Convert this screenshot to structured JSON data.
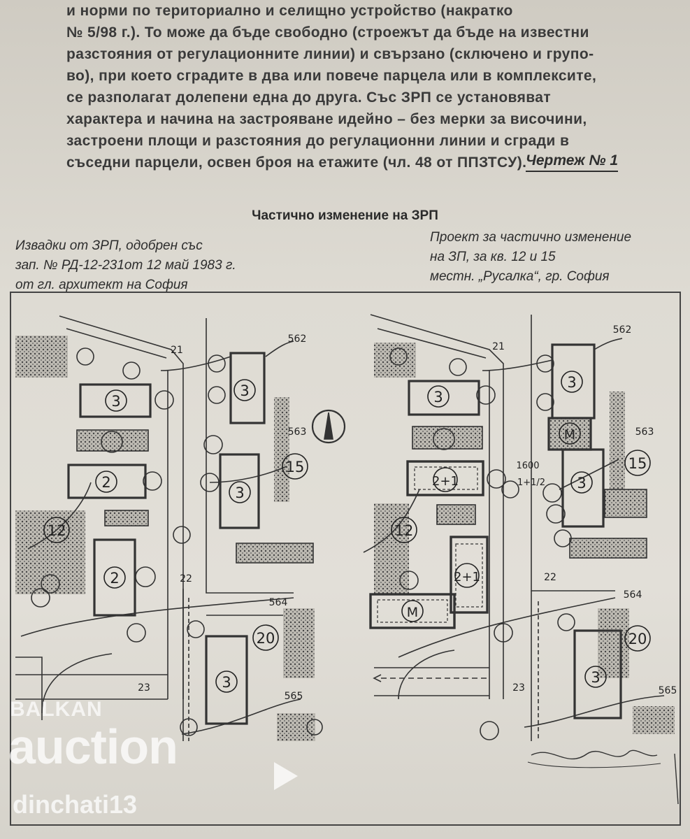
{
  "paragraph": [
    "и норми по териториално и селищно устройство (накратко",
    "№ 5/98 г.). То може да бъде свободно (строежът да бъде на известни",
    "разстояния от регулационните линии) и свързано (сключено и групо-",
    "во), при което сградите в два или повече парцела или в комплексите,",
    "се разполагат долепени една до друга. Със ЗРП се установяват",
    "характера и начина на застрояване идейно – без мерки за височини,",
    "застроени площи и разстояния до регулационни линии и сгради в",
    "съседни парцели, освен броя на етажите (чл. 48 от ППЗТСУ)."
  ],
  "figure_label": "Чертеж № 1",
  "title": "Частично изменение на ЗРП",
  "caption_left": [
    "Извадки от  ЗРП, одобрен със",
    "зап. № РД-12-231от 12 май 1983 г.",
    "от гл. архитект  на София"
  ],
  "caption_right": [
    "Проект за частично изменение",
    "на ЗП, за кв. 12 и 15",
    "местн. „Русалка“, гр. София"
  ],
  "plan_left": {
    "floors": [
      "3",
      "2",
      "2",
      "3",
      "3",
      "3"
    ],
    "blocks": [
      "12",
      "15",
      "20"
    ],
    "points": [
      "21",
      "22",
      "23",
      "562",
      "563",
      "564",
      "565"
    ]
  },
  "plan_right": {
    "floors": [
      "3",
      "2+1",
      "2+1",
      "М",
      "М",
      "3",
      "3",
      "3"
    ],
    "blocks": [
      "12",
      "15",
      "20"
    ],
    "points": [
      "21",
      "22",
      "23",
      "562",
      "563",
      "564",
      "565"
    ],
    "dimension": "1600",
    "fraction": "1+1/2"
  },
  "watermark": {
    "line1": "BALKAN",
    "line2": "auction",
    "line3": "dinchati13"
  },
  "colors": {
    "paper": "#e2dfd8",
    "ink": "#2a2a2a",
    "hatch": "#555555"
  }
}
